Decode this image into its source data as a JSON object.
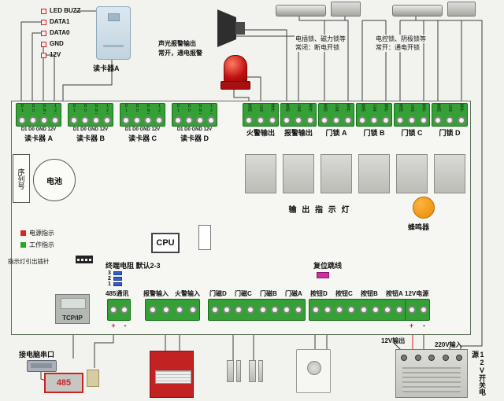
{
  "top_left": {
    "wire_labels": [
      "LED BUZZ",
      "DATA1",
      "DATA0",
      "GND",
      "12V"
    ],
    "reader_label": "读卡器A"
  },
  "top_center": {
    "line1": "声光报警输出",
    "line2": "常开，通电报警"
  },
  "top_right": {
    "group1_line1": "电插锁、磁力锁等",
    "group1_line2": "常闭：断电开锁",
    "group2_line1": "电控锁、阴极锁等",
    "group2_line2": "常开：通电开锁"
  },
  "board": {
    "readers": [
      {
        "name": "读卡器 A",
        "pinrow": "D1 D0 GND 12V",
        "pins": [
          "D1",
          "D0",
          "GND",
          "12V"
        ]
      },
      {
        "name": "读卡器 B",
        "pinrow": "D1 D0 GND 12V",
        "pins": [
          "D1",
          "D0",
          "GND",
          "12V"
        ]
      },
      {
        "name": "读卡器 C",
        "pinrow": "D1 D0 GND 12V",
        "pins": [
          "D1",
          "D0",
          "GND",
          "12V"
        ]
      },
      {
        "name": "读卡器 D",
        "pinrow": "D1 D0 GND 12V",
        "pins": [
          "D1",
          "D0",
          "GND",
          "12V"
        ]
      }
    ],
    "outputs": [
      {
        "name": "火警输出",
        "pins": [
          "常闭",
          "公共",
          "常开"
        ]
      },
      {
        "name": "报警输出",
        "pins": [
          "常闭",
          "公共",
          "常开"
        ]
      },
      {
        "name": "门锁 A",
        "pins": [
          "常闭",
          "公共",
          "常开"
        ]
      },
      {
        "name": "门锁 B",
        "pins": [
          "常闭",
          "公共",
          "常开"
        ]
      },
      {
        "name": "门锁 C",
        "pins": [
          "常闭",
          "公共",
          "常开"
        ]
      },
      {
        "name": "门锁 D",
        "pins": [
          "常闭",
          "公共",
          "常开"
        ]
      }
    ],
    "serial_label": "序列号",
    "battery_label": "电池",
    "legend_power": "电源指示",
    "legend_work": "工作指示",
    "legend_pins": "指示灯引出插针",
    "cpu_label": "CPU",
    "term_res_label": "终端电阻 默认2-3",
    "jumper_pins": [
      "3",
      "2",
      "1"
    ],
    "reset_label": "复位跳线",
    "output_leds_label": "输 出 指 示 灯",
    "buzzer_label": "蜂鸣器",
    "tcpip_label": "TCP/IP",
    "bottom_labels": [
      "485通讯",
      "报警输入",
      "火警输入",
      "门磁D",
      "门磁C",
      "门磁B",
      "门磁A",
      "按钮D",
      "按钮C",
      "按钮B",
      "按钮A",
      "12V电源"
    ],
    "plus": "+",
    "minus": "-"
  },
  "external": {
    "serial_pc_label": "接电脑串口",
    "adapter_label": "485",
    "psu_out_label": "12V输出",
    "psu_in_label": "220V输入",
    "psu_name_label": "12V开关电源"
  }
}
